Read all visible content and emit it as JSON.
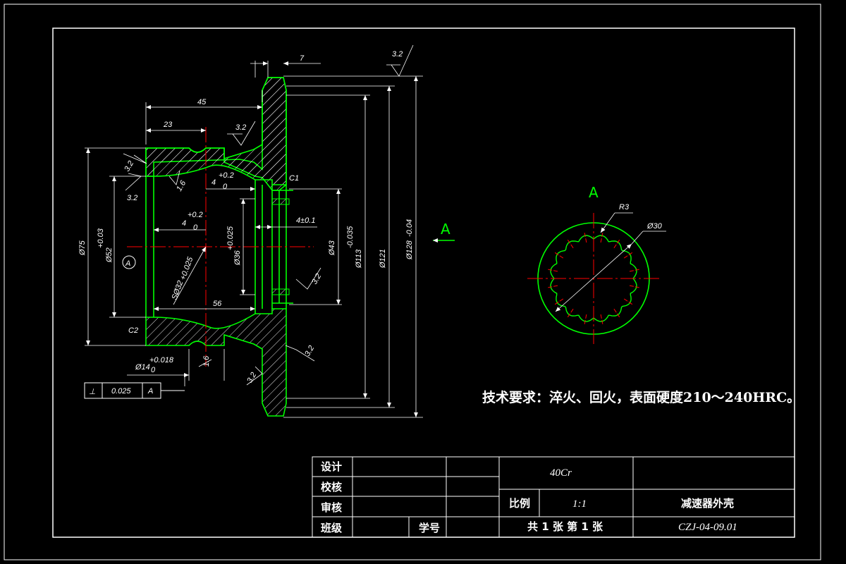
{
  "colors": {
    "background": "#000000",
    "frame": "#ffffff",
    "outline": "#00ff00",
    "center": "#ff0000",
    "dimension": "#ffffff",
    "view_label": "#00ff00"
  },
  "dimensions": {
    "d7": "7",
    "d45": "45",
    "d23": "23",
    "d56": "56",
    "phi75": "Ø75",
    "phi52": "Ø52",
    "phi52_tol": "+0.03",
    "phi36": "Ø36",
    "phi36_tol": "+0.025",
    "phi43": "Ø43",
    "phi113": "Ø113",
    "phi113_tol": "-0.035",
    "phi121": "Ø121",
    "phi128": "Ø128",
    "phi128_tol": "-0.04",
    "phi14": "Ø14",
    "phi14_tol": "+0.018",
    "zero": "0",
    "tol_4_02": "4",
    "tol_4_02_plus": "+0.2",
    "tol_4_01": "4±0.1",
    "sphere": "SØ32",
    "sphere_tol": "+0.025",
    "chamfer_c1": "C1",
    "chamfer_c2": "C2",
    "d16": "1.6",
    "rough32": "3.2",
    "rough16": "1.6",
    "r3": "R3",
    "phi30": "Ø30"
  },
  "datum": {
    "label": "A"
  },
  "tolerance_frame": {
    "symbol": "⊥",
    "value": "0.025",
    "datum": "A"
  },
  "view_labels": {
    "arrow": "A",
    "section": "A"
  },
  "technical_requirements": "技术要求：淬火、回火，表面硬度210～240HRC。",
  "title_block": {
    "design": "设计",
    "check": "校核",
    "review": "审核",
    "class": "班级",
    "student_no": "学号",
    "material": "40Cr",
    "scale_label": "比例",
    "scale": "1:1",
    "sheets": "共 1 张  第 1 张",
    "part_name": "减速器外壳",
    "drawing_no": "CZJ-04-09.01"
  }
}
